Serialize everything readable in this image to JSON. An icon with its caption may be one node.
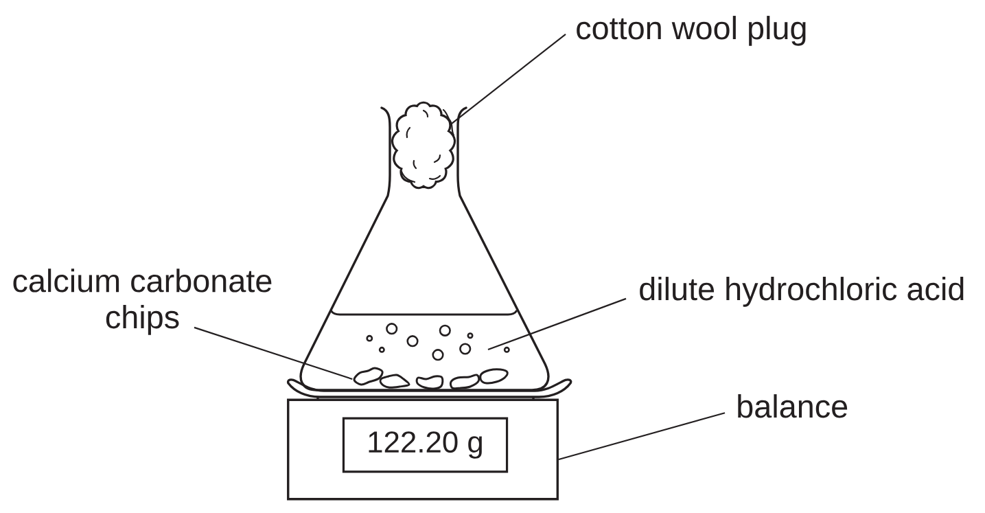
{
  "diagram": {
    "nodes": [
      {
        "text": [
          "cotton wool plug"
        ]
      },
      {
        "text": [],
        "shape": "cloud"
      },
      {
        "text": [
          "calcium carbonate chips"
        ]
      },
      {
        "text": [],
        "shape": "picture"
      },
      {
        "text": [
          "dilute hydrochloric acid"
        ]
      },
      {
        "text": [
          "balance"
        ]
      },
      {
        "text": [],
        "shape": "box"
      },
      {
        "text": [
          "122.20 g"
        ],
        "in": 6
      }
    ],
    "edges": [
      {
        "from": 0,
        "to": 1,
        "arrow": "none"
      },
      {
        "from": 2,
        "to": 3,
        "arrow": "none"
      },
      {
        "from": 4,
        "to": null,
        "arrow": "none"
      },
      {
        "from": 5,
        "to": 6,
        "arrow": "none"
      }
    ]
  }
}
